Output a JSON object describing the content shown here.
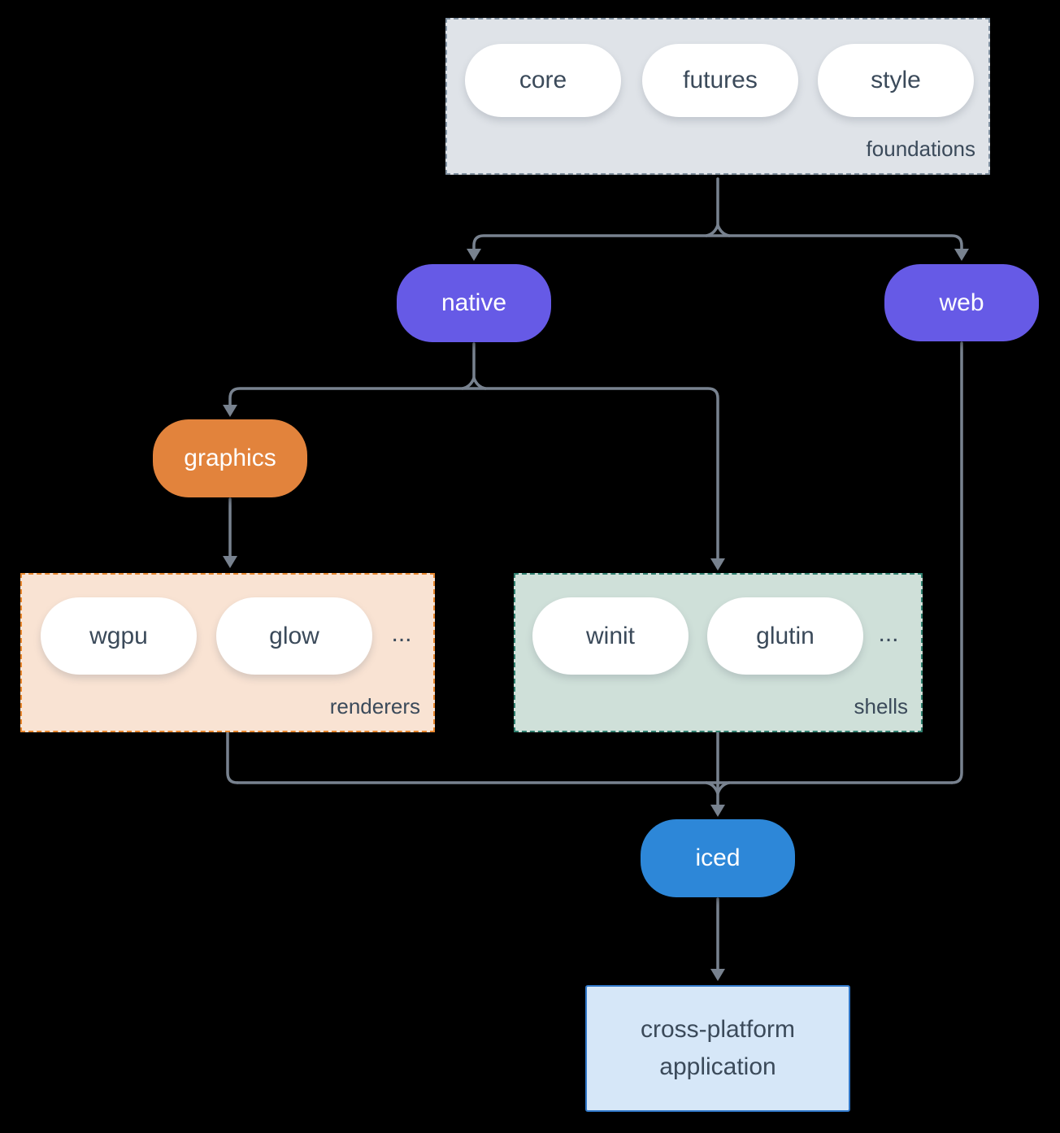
{
  "colors": {
    "background": "#000000",
    "connector": "#78828f",
    "node_text_light": "#ffffff",
    "node_text_dark": "#3b4a5a",
    "native_web": "#665ae6",
    "graphics": "#e2833c",
    "iced": "#2d87d8",
    "foundations_bg": "#dfe3e8",
    "foundations_border": "#8292a2",
    "renderers_bg": "#f9e3d3",
    "renderers_border": "#e8872e",
    "shells_bg": "#cfe0d9",
    "shells_border": "#2f7f6e",
    "app_bg": "#d6e7f8",
    "app_border": "#3077c8"
  },
  "groups": {
    "foundations": {
      "label": "foundations",
      "items": [
        "core",
        "futures",
        "style"
      ]
    },
    "renderers": {
      "label": "renderers",
      "items": [
        "wgpu",
        "glow",
        "..."
      ]
    },
    "shells": {
      "label": "shells",
      "items": [
        "winit",
        "glutin",
        "..."
      ]
    }
  },
  "nodes": {
    "native": {
      "label": "native"
    },
    "web": {
      "label": "web"
    },
    "graphics": {
      "label": "graphics"
    },
    "iced": {
      "label": "iced"
    },
    "application": {
      "label": "cross-platform application"
    }
  }
}
